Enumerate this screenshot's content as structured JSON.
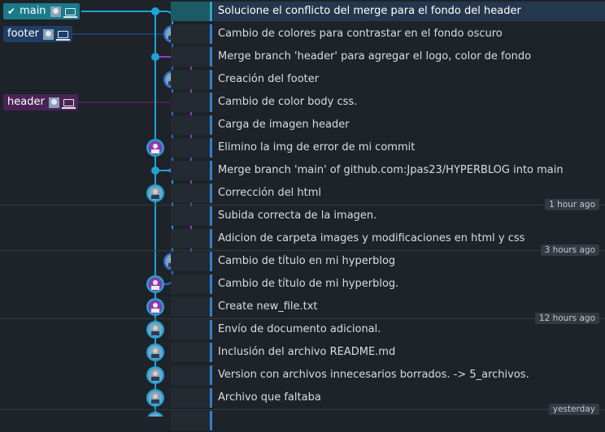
{
  "branches": {
    "main": {
      "label": "main",
      "checked_out": true,
      "color": "#1a7a8a"
    },
    "footer": {
      "label": "footer",
      "color": "#1f3e66"
    },
    "header": {
      "label": "header",
      "color": "#4a2356"
    }
  },
  "commits": [
    {
      "message": "Solucione el conflicto del merge para el fondo del header",
      "selected": true
    },
    {
      "message": "Cambio de colores para contrastar en el fondo oscuro"
    },
    {
      "message": "Merge branch 'header' para agregar el logo, color de fondo"
    },
    {
      "message": "Creación del footer"
    },
    {
      "message": "Cambio de color body css."
    },
    {
      "message": "Carga de imagen header"
    },
    {
      "message": "Elimino la img de error de mi commit"
    },
    {
      "message": "Merge branch 'main' of github.com:Jpas23/HYPERBLOG into main"
    },
    {
      "message": "Corrección del html"
    },
    {
      "message": "Subida correcta de la imagen."
    },
    {
      "message": "Adicion de carpeta images y modificaciones en html y css"
    },
    {
      "message": "Cambio de título en mi hyperblog"
    },
    {
      "message": "Cambio de título de mi hyperblog."
    },
    {
      "message": "Create new_file.txt"
    },
    {
      "message": "Envío de documento adicional."
    },
    {
      "message": "Inclusión del archivo README.md"
    },
    {
      "message": "Version con archivos innecesarios borrados. -> 5_archivos."
    },
    {
      "message": "Archivo que faltaba"
    },
    {
      "message": ""
    }
  ],
  "time_labels": [
    {
      "text": "1 hour ago"
    },
    {
      "text": "3 hours ago"
    },
    {
      "text": "12 hours ago"
    },
    {
      "text": "yesterday"
    }
  ],
  "colors": {
    "lane_main": "#1fa2d6",
    "lane_footer": "#2d6fd0",
    "lane_header": "#9b35c4",
    "avatar_alt": "#8b3aa8"
  }
}
